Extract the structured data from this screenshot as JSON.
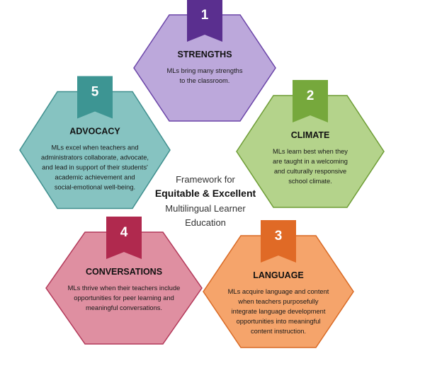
{
  "center": {
    "line1": "Framework for",
    "line2": "Equitable & Excellent",
    "line3": "Multilingual Learner",
    "line4": "Education"
  },
  "hexagons": [
    {
      "number": "1",
      "title": "STRENGTHS",
      "lines": [
        "MLs bring many strengths",
        "to the classroom."
      ],
      "fill": "#bca8db",
      "stroke": "#6b45a8",
      "tab": "#5a2f8f"
    },
    {
      "number": "2",
      "title": "CLIMATE",
      "lines": [
        "MLs learn best when they",
        "are taught in a welcoming",
        "and culturally responsive",
        "school climate."
      ],
      "fill": "#b4d38b",
      "stroke": "#6e9d36",
      "tab": "#76a83c"
    },
    {
      "number": "3",
      "title": "LANGUAGE",
      "lines": [
        "MLs acquire language and content",
        "when teachers purposefully",
        "integrate language development",
        "opportunities into meaningful",
        "content instruction."
      ],
      "fill": "#f5a46b",
      "stroke": "#d96a25",
      "tab": "#e06a26"
    },
    {
      "number": "4",
      "title": "CONVERSATIONS",
      "lines": [
        "MLs thrive when their teachers include",
        "opportunities for peer learning and",
        "meaningful conversations."
      ],
      "fill": "#df8fa1",
      "stroke": "#b3395a",
      "tab": "#b0294e"
    },
    {
      "number": "5",
      "title": "ADVOCACY",
      "lines": [
        "MLs excel when teachers and",
        "administrators collaborate, advocate,",
        "and lead in support of their students'",
        "academic achievement and",
        "social-emotional well-being."
      ],
      "fill": "#86c3c1",
      "stroke": "#3f8f8e",
      "tab": "#3d9593"
    }
  ]
}
